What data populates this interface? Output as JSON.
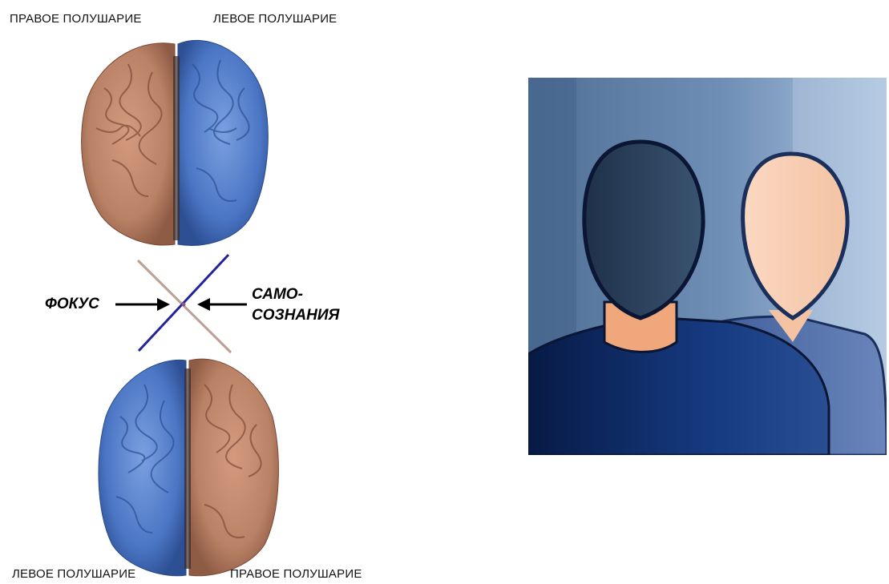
{
  "labels": {
    "top_right_hemisphere": "ПРАВОЕ ПОЛУШАРИЕ",
    "top_left_hemisphere": "ЛЕВОЕ ПОЛУШАРИЕ",
    "bottom_left_hemisphere": "ЛЕВОЕ ПОЛУШАРИЕ",
    "bottom_right_hemisphere": "ПРАВОЕ ПОЛУШАРИЕ",
    "focus": "ФОКУС",
    "self_awareness_line1": "САМО-",
    "self_awareness_line2": "СОЗНАНИЯ"
  },
  "colors": {
    "brain_brown": "#b98266",
    "brain_blue": "#4b76c4",
    "cross_blue": "#23239a",
    "cross_tan": "#b9a294",
    "panel_bg": "#5f7fa3",
    "shirt_dark": "#0f2a6a",
    "shirt_light": "#3f5c97",
    "head_dark": "#2a3f57",
    "head_light": "#f7cdb1",
    "skin": "#f1a77c"
  },
  "icons": [
    "brain-icon",
    "arrow-right-icon",
    "arrow-left-icon",
    "two-people-icon"
  ]
}
